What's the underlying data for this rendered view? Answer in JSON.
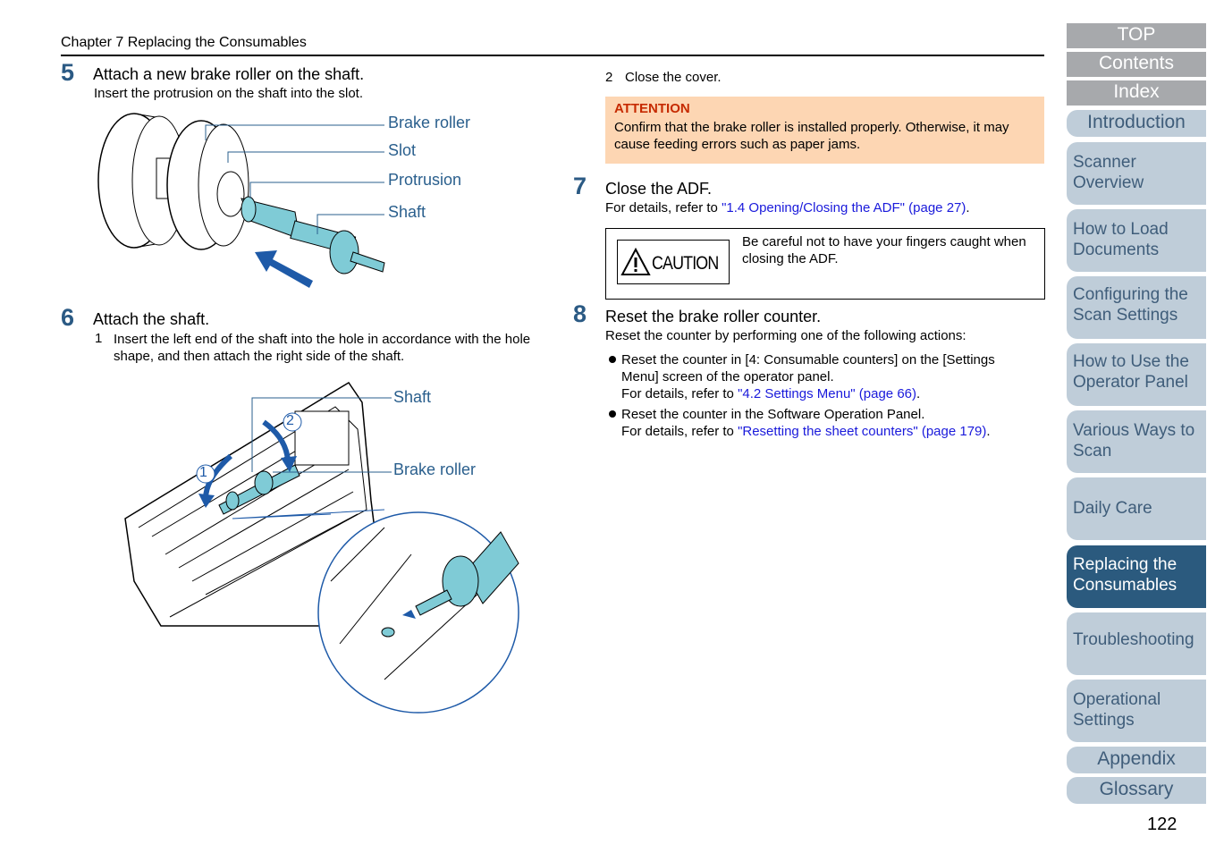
{
  "header": {
    "chapter": "Chapter 7 Replacing the Consumables"
  },
  "step5": {
    "num": "5",
    "title": "Attach a new brake roller on the shaft.",
    "desc": "Insert the protrusion on the shaft into the slot.",
    "labels": {
      "brake_roller": "Brake roller",
      "slot": "Slot",
      "protrusion": "Protrusion",
      "shaft": "Shaft"
    }
  },
  "step6": {
    "num": "6",
    "title": "Attach the shaft.",
    "sub_num": "1",
    "sub_text": "Insert the left end of the shaft into the hole in accordance with the hole shape, and then attach the right side of the shaft.",
    "labels": {
      "shaft": "Shaft",
      "brake_roller": "Brake roller",
      "marker1": "1",
      "marker2": "2"
    }
  },
  "right": {
    "sub2_num": "2",
    "sub2_text": "Close the cover.",
    "attention": {
      "title": "ATTENTION",
      "text": "Confirm that the brake roller is installed properly. Otherwise, it may cause feeding errors such as paper jams."
    },
    "step7": {
      "num": "7",
      "title": "Close the ADF.",
      "desc_prefix": "For details, refer to ",
      "link": "\"1.4 Opening/Closing the ADF\" (page 27)",
      "desc_suffix": "."
    },
    "caution": {
      "word": "CAUTION",
      "text": "Be careful not to have your fingers caught when closing the ADF."
    },
    "step8": {
      "num": "8",
      "title": "Reset the brake roller counter.",
      "desc": "Reset the counter by performing one of the following actions:",
      "bullets": [
        {
          "text": "Reset the counter in [4: Consumable counters] on the [Settings Menu] screen of the operator panel.",
          "ref_prefix": "For details, refer to ",
          "link": "\"4.2 Settings Menu\" (page 66)",
          "ref_suffix": "."
        },
        {
          "text": "Reset the counter in the Software Operation Panel.",
          "ref_prefix": "For details, refer to ",
          "link": "\"Resetting the sheet counters\" (page 179)",
          "ref_suffix": "."
        }
      ]
    }
  },
  "sidebar": {
    "top": "TOP",
    "contents": "Contents",
    "index": "Index",
    "introduction": "Introduction",
    "tabs": [
      {
        "l1": "Scanner",
        "l2": "Overview"
      },
      {
        "l1": "How to Load",
        "l2": "Documents"
      },
      {
        "l1": "Configuring the",
        "l2": "Scan Settings"
      },
      {
        "l1": "How to Use the",
        "l2": "Operator Panel"
      },
      {
        "l1": "Various Ways to",
        "l2": "Scan"
      },
      {
        "l1": "Daily Care",
        "l2": ""
      },
      {
        "l1": "Replacing the",
        "l2": "Consumables"
      },
      {
        "l1": "Troubleshooting",
        "l2": ""
      },
      {
        "l1": "Operational",
        "l2": "Settings"
      }
    ],
    "appendix": "Appendix",
    "glossary": "Glossary"
  },
  "page_number": "122",
  "colors": {
    "heading_blue": "#2b5a84",
    "callout_blue": "#2a5f8d",
    "link_blue": "#1a1adb",
    "attention_bg": "#fdd6b3",
    "attention_red": "#c62a00",
    "tab_bg": "#bfcdd9",
    "tab_active": "#2b5a7e",
    "nav_gray": "#a7a9ac"
  }
}
